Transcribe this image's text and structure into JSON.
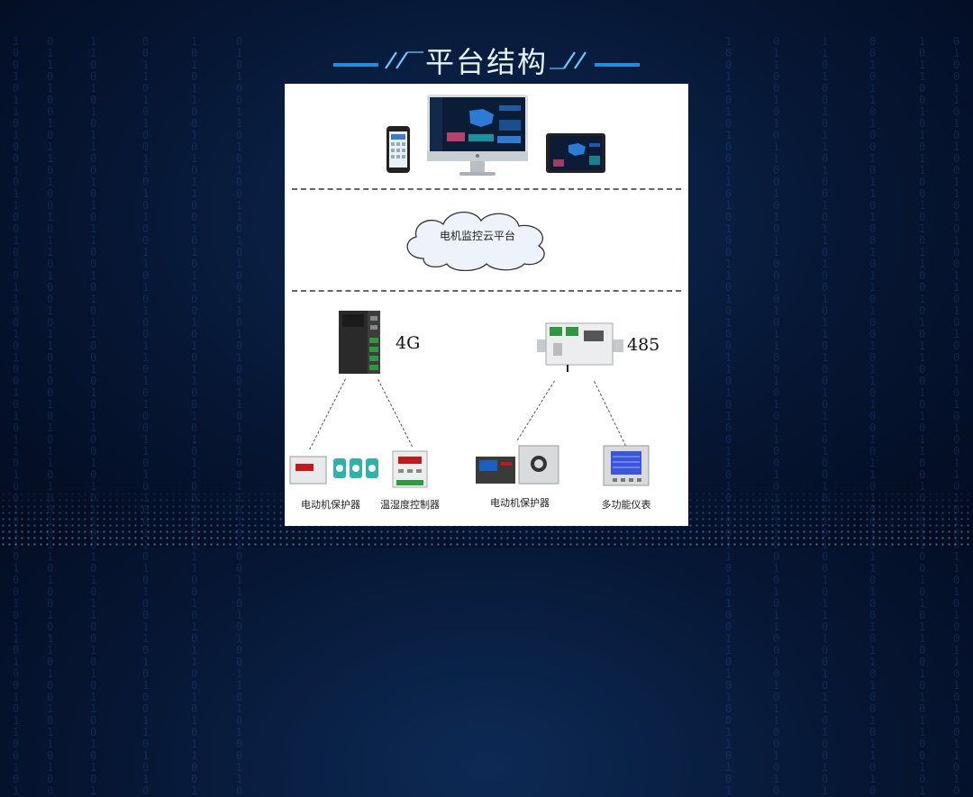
{
  "page": {
    "title": "平台结构"
  },
  "diagram": {
    "cloud_label": "电机监控云平台",
    "gateways": [
      {
        "protocol": "4G"
      },
      {
        "protocol": "485"
      }
    ],
    "devices": [
      {
        "label": "电动机保护器"
      },
      {
        "label": "温湿度控制器"
      },
      {
        "label": "电动机保护器"
      },
      {
        "label": "多功能仪表"
      }
    ]
  },
  "colors": {
    "accent": "#2ea8ff",
    "background": "#061633",
    "panel": "#ffffff"
  }
}
